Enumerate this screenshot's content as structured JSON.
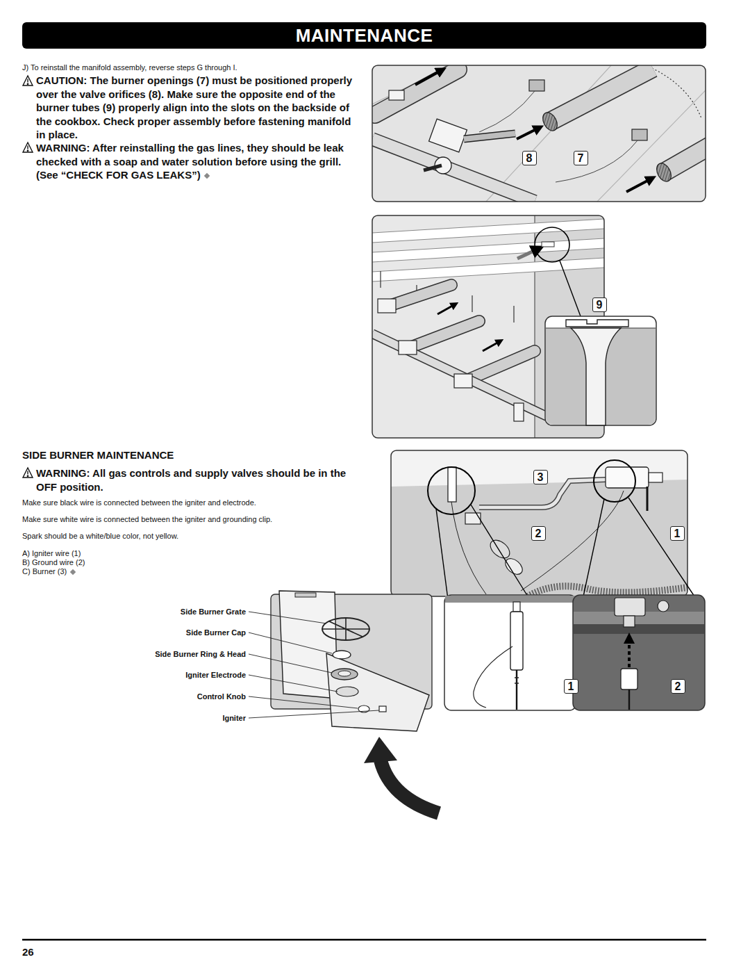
{
  "diagram": {
    "title": "MAINTENANCE",
    "nodes": [
      {
        "text": [
          "8"
        ]
      },
      {
        "text": [
          "7"
        ]
      },
      {
        "text": [
          "9"
        ]
      },
      {
        "text": [
          "3"
        ]
      },
      {
        "text": [
          "2"
        ]
      },
      {
        "text": [
          "1"
        ]
      },
      {
        "text": [
          "1"
        ]
      },
      {
        "text": [
          "2"
        ]
      }
    ],
    "labels": [
      "J) To reinstall the manifold assembly, reverse steps G through I.",
      "CAUTION: The burner openings (7) must be positioned properly over the valve orifices (8). Make sure the opposite end of the burner tubes (9) properly align into the slots on the backside of the cookbox. Check proper assembly before fastening manifold in place.",
      "WARNING: After reinstalling the gas lines, they should be leak checked with a soap and water solution before using the grill. (See “CHECK FOR GAS LEAKS”)",
      "SIDE BURNER MAINTENANCE",
      "WARNING: All gas controls and supply valves should be in the OFF position.",
      "Make sure black wire is connected between the igniter and electrode.",
      "Make sure white wire is connected between the igniter and grounding clip.",
      "Spark should be a white/blue color, not yellow.",
      "A) Igniter wire (1)",
      "B) Ground wire (2)",
      "C) Burner (3)",
      "Side Burner Grate",
      "Side Burner Cap",
      "Side Burner Ring & Head",
      "Igniter Electrode",
      "Control Knob",
      "Igniter",
      "26"
    ]
  }
}
